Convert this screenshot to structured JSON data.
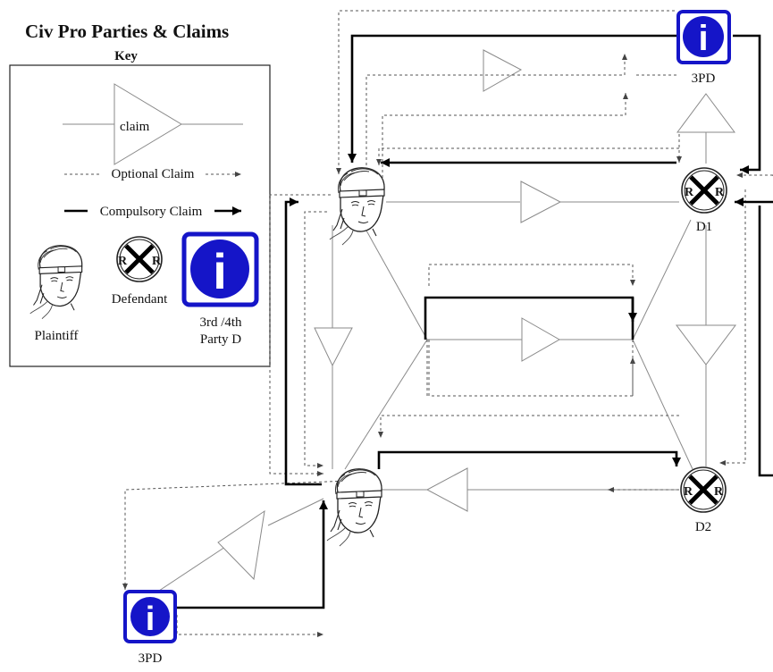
{
  "title": "Civ Pro Parties & Claims",
  "key": {
    "header": "Key",
    "claim_label": "claim",
    "optional_claim": "Optional Claim",
    "compulsory_claim": "Compulsory Claim",
    "plaintiff": "Plaintiff",
    "defendant": "Defendant",
    "third_party_line1": "3rd /4th",
    "third_party_line2": "Party D"
  },
  "nodes": {
    "third_party_top": "3PD",
    "third_party_bottom": "3PD",
    "defendant_1": "D1",
    "defendant_2": "D2",
    "rr_letter": "R",
    "info_letter": "i"
  },
  "colors": {
    "info_blue": "#1515c8",
    "compulsory": "#000000",
    "optional": "#555555",
    "claim_line": "#8a8a8a"
  }
}
